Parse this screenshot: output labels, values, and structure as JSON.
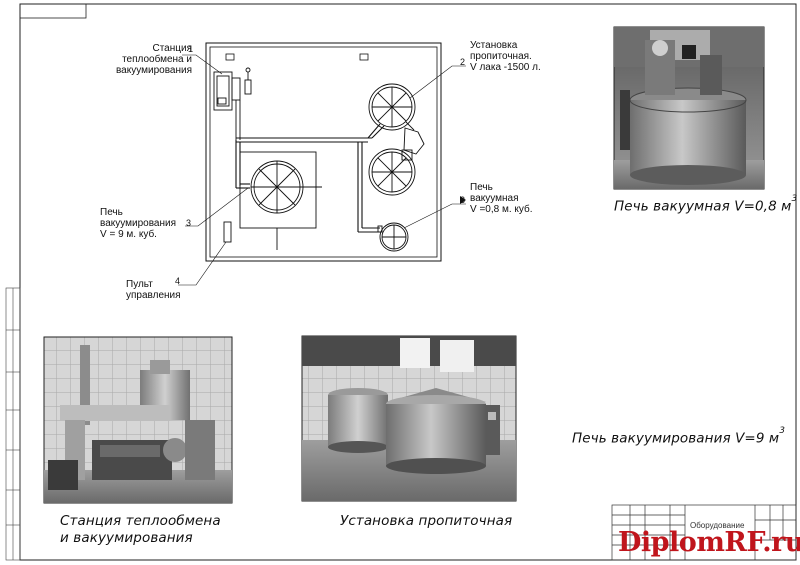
{
  "labels": {
    "station": "Станция\nтеплообмена и\nвакуумирования",
    "station_num": "1",
    "impregnation": "Установка\nпропиточная.\nV лака -1500 л.",
    "impregnation_num": "2",
    "vacuum_oven": "Печь\nвакуумная\nV =0,8 м. куб.",
    "vacuum_oven_num": "3",
    "vacuum_drying_oven": "Печь\nвакуумирования\nV = 9 м. куб.",
    "vacuum_drying_oven_num": "3",
    "control_panel": "Пульт\nуправления",
    "control_panel_num": "4"
  },
  "captions": {
    "oven_small": "Печь вакуумная V=0,8 м",
    "oven_small_sup": "3",
    "oven_big": "Печь вакуумирования V=9 м",
    "oven_big_sup": "3",
    "station": "Станция теплообмена\nи вакуумирования",
    "impregnation": "Установка пропиточная"
  },
  "title_block": {
    "title": "Оборудование"
  },
  "watermark": {
    "main": "Diplom",
    "accent": "RF.ru"
  },
  "colors": {
    "brand_red": "#c0151c",
    "line": "#111111"
  }
}
